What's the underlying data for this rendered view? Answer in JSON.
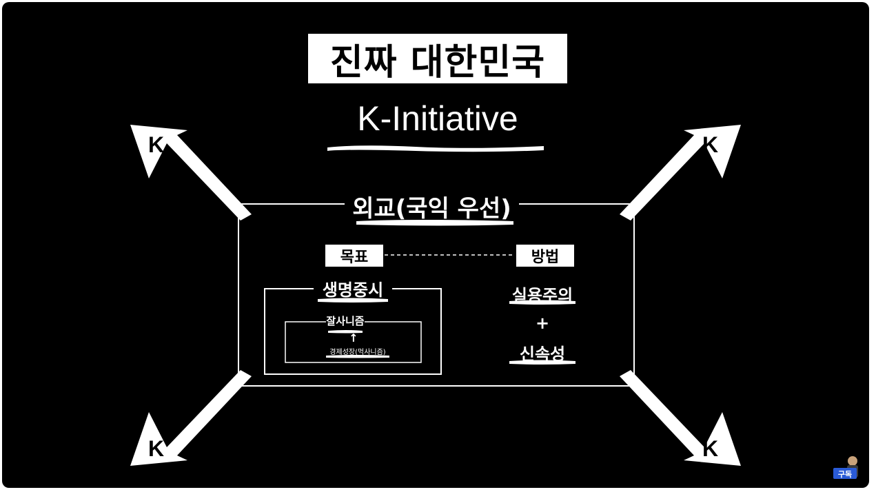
{
  "title": "진짜 대한민국",
  "subtitle": "K-Initiative",
  "frame_label": "외교(국익 우선)",
  "corner_label": "K",
  "goal": {
    "tag": "목표",
    "outer_label": "생명중시",
    "inner_label": "잘사니즘",
    "arrow": "↑",
    "inner_bottom_label": "경제성장(먹사니즘)"
  },
  "method": {
    "tag": "방법",
    "item1": "실용주의",
    "plus": "+",
    "item2": "신속성"
  },
  "channel_badge": "구독",
  "colors": {
    "background": "#000000",
    "foreground": "#ffffff",
    "badge": "#2a5bd7"
  }
}
